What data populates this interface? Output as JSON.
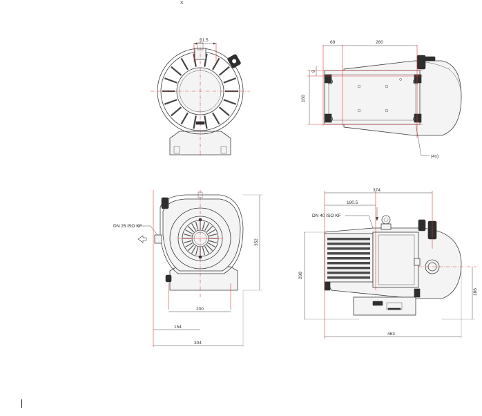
{
  "header": {
    "mark": "X"
  },
  "top_left_view": {
    "dim_width": "51.5"
  },
  "top_right_view": {
    "dim_a": "69",
    "dim_b": "260",
    "dim_c": "9",
    "dim_d": "160",
    "callout": "(4x)"
  },
  "bottom_left_view": {
    "port_label": "DN 25 ISO KF",
    "dim_height": "352",
    "dim_200": "200",
    "dim_154": "154",
    "dim_304": "304"
  },
  "bottom_right_view": {
    "port_label": "DN 40 ISO KF",
    "dim_374": "374",
    "dim_180_5": "180.5",
    "dim_298": "298",
    "dim_186": "186",
    "dim_463": "463"
  },
  "colors": {
    "line": "#3a3a3a",
    "center_line": "#e23a3a"
  }
}
